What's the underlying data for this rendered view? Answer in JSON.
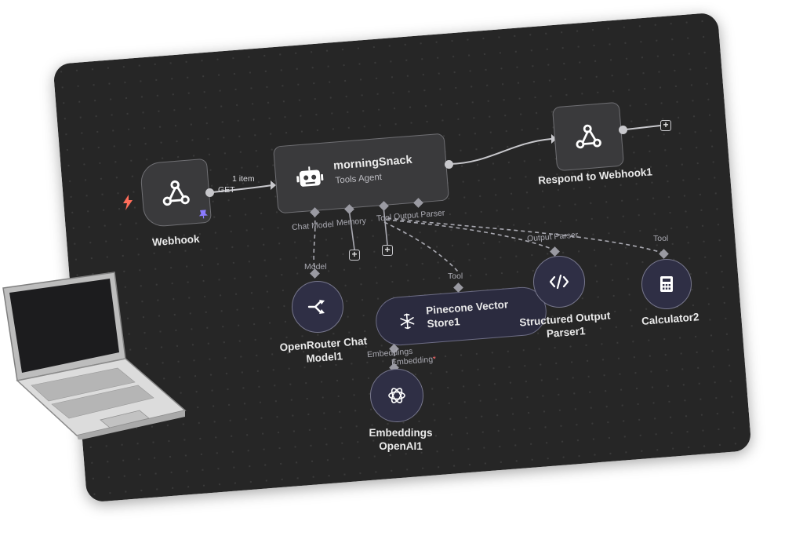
{
  "colors": {
    "canvas": "#262626",
    "node_fill": "#3a3a3c",
    "sub_node_fill": "#2f2f45",
    "wire": "#c8c8cc",
    "trigger_bolt": "#ff6d5a",
    "pin": "#8b7bff"
  },
  "nodes": {
    "webhook": {
      "label": "Webhook",
      "icon": "webhook-icon"
    },
    "agent": {
      "title": "morningSnack",
      "subtitle": "Tools Agent",
      "icon": "robot-icon"
    },
    "respond": {
      "label": "Respond to Webhook1",
      "icon": "webhook-icon"
    },
    "openrouter": {
      "label_line1": "OpenRouter Chat",
      "label_line2": "Model1",
      "icon": "openrouter-icon"
    },
    "pinecone": {
      "label_line1": "Pinecone Vector",
      "label_line2": "Store1",
      "icon": "pinecone-icon"
    },
    "parser": {
      "label_line1": "Structured Output",
      "label_line2": "Parser1",
      "icon": "code-icon"
    },
    "calculator": {
      "label": "Calculator2",
      "icon": "calculator-icon"
    },
    "embeddings": {
      "label_line1": "Embeddings",
      "label_line2": "OpenAI1",
      "icon": "openai-icon"
    }
  },
  "connections": {
    "webhook_out_method": "GET",
    "webhook_items": "1 item"
  },
  "ports": {
    "chat_model": "Chat Model",
    "memory": "Memory",
    "tool": "Tool",
    "output_parser": "Output Parser",
    "model": "Model",
    "tool_label": "Tool",
    "output_parser_label": "Output Parser",
    "tool_label2": "Tool",
    "embeddings": "Embeddings",
    "embedding": "Embedding",
    "required_marker": "*"
  }
}
